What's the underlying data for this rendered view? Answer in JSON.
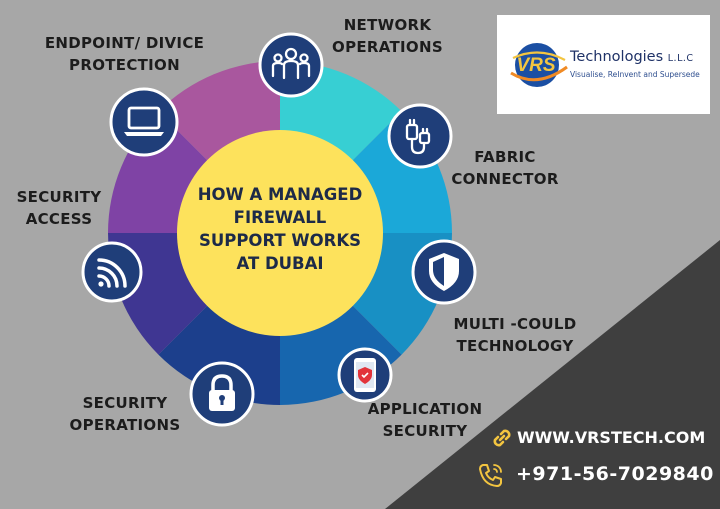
{
  "center": {
    "title": "HOW A MANAGED\nFIREWALL\nSUPPORT WORKS\nAT DUBAI"
  },
  "segments": [
    {
      "label": "NETWORK\nOPERATIONS",
      "icon": "team-icon",
      "color": "#37cfd3"
    },
    {
      "label": "FABRIC\nCONNECTOR",
      "icon": "plug-icon",
      "color": "#1ba8d8"
    },
    {
      "label": "MULTI -COULD\nTECHNOLOGY",
      "icon": "shield-icon",
      "color": "#1890c4"
    },
    {
      "label": "APPLICATION\nSECURITY",
      "icon": "mobile-shield-icon",
      "color": "#1766ae"
    },
    {
      "label": "SECURITY\nOPERATIONS",
      "icon": "lock-icon",
      "color": "#1c3f8c"
    },
    {
      "label": "SECURITY\nACCESS",
      "icon": "wifi-icon",
      "color": "#3f3692"
    },
    {
      "label": "ENDPOINT/ DIVICE\nPROTECTION",
      "icon": "laptop-icon",
      "color": "#7f43a5"
    },
    {
      "label": "",
      "icon": "",
      "color": "#a9579e"
    }
  ],
  "logo": {
    "mark": "VRS",
    "company": "Technologies",
    "suffix": "L.L.C",
    "tagline": "Visualise, ReInvent and Supersede"
  },
  "contact": {
    "website": "WWW.VRSTECH.COM",
    "phone": "+971-56-7029840"
  },
  "colors": {
    "background": "#a7a7a7",
    "dark_band": "#3f3f3f",
    "center_circle": "#fde25c",
    "icon_circle": "#1f3e79",
    "accent_yellow": "#f3c540"
  }
}
